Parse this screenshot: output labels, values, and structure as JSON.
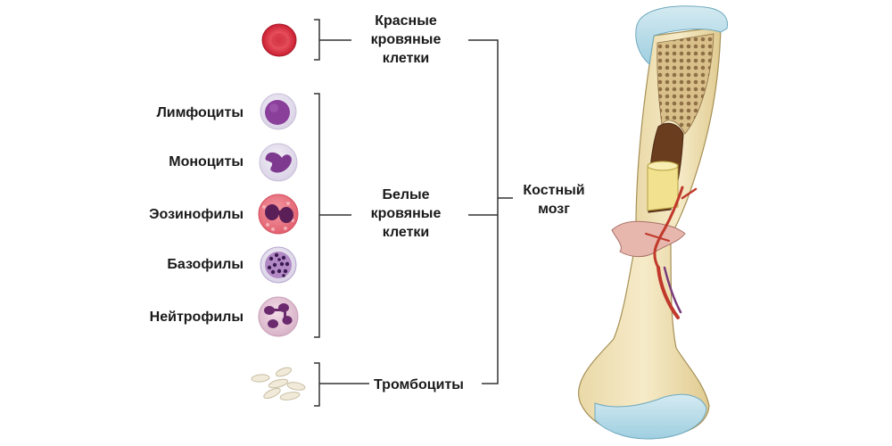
{
  "diagram": {
    "groups": {
      "red": "Красные\nкровяные\nклетки",
      "white": "Белые\nкровяные\nклетки",
      "platelets": "Тромбоциты"
    },
    "white_cells": [
      "Лимфоциты",
      "Моноциты",
      "Эозинофилы",
      "Базофилы",
      "Нейтрофилы"
    ],
    "bone_marrow": "Костный\nмозг"
  }
}
